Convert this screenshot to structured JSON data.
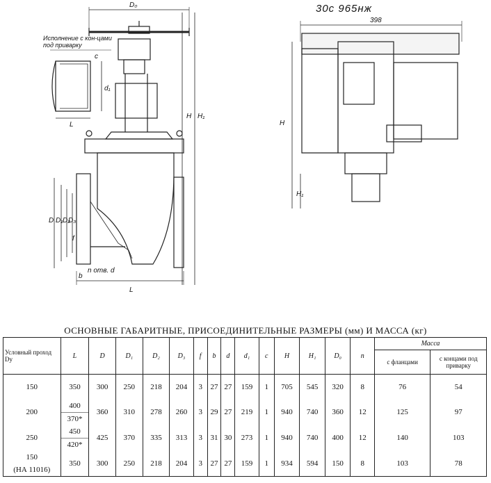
{
  "drawing": {
    "model_code": "30с 965нж",
    "dim_398": "398",
    "dim_D0": "D₀",
    "dim_H": "H",
    "dim_H1": "H₁",
    "weld_note": "Исполнение с кон-цами под приварку",
    "dim_L": "L",
    "dim_D": "D",
    "dim_D1": "D₁",
    "dim_D2": "D₂",
    "dim_D3": "D₃",
    "dim_d1": "d₁",
    "dim_b": "b",
    "dim_f": "f",
    "dim_n_otv_d": "n отв. d",
    "dim_c": "c"
  },
  "table": {
    "title": "ОСНОВНЫЕ ГАБАРИТНЫЕ, ПРИСОЕДИНИТЕЛЬНЫЕ РАЗМЕРЫ (мм) И МАССА (кг)",
    "headers": {
      "dy": "Условный проход Dу",
      "L": "L",
      "D": "D",
      "D1": "D₁",
      "D2": "D₂",
      "D3": "D₃",
      "f": "f",
      "b": "b",
      "d": "d",
      "d1": "d₁",
      "c": "c",
      "H": "H",
      "H1": "H₁",
      "D0": "D₀",
      "n": "n",
      "mass": "Масса",
      "mass_flange": "с фланцами",
      "mass_weld": "с концами под приварку"
    },
    "rows": [
      {
        "dy": "150",
        "L1": "350",
        "L2": "",
        "D": "300",
        "D1": "250",
        "D2": "218",
        "D3": "204",
        "f": "3",
        "b": "27",
        "d": "27",
        "d1": "159",
        "c": "1",
        "H": "705",
        "H1": "545",
        "D0": "320",
        "n": "8",
        "m1": "76",
        "m2": "54"
      },
      {
        "dy": "200",
        "L1": "400",
        "L2": "370*",
        "D": "360",
        "D1": "310",
        "D2": "278",
        "D3": "260",
        "f": "3",
        "b": "29",
        "d": "27",
        "d1": "219",
        "c": "1",
        "H": "940",
        "H1": "740",
        "D0": "360",
        "n": "12",
        "m1": "125",
        "m2": "97"
      },
      {
        "dy": "250",
        "L1": "450",
        "L2": "420*",
        "D": "425",
        "D1": "370",
        "D2": "335",
        "D3": "313",
        "f": "3",
        "b": "31",
        "d": "30",
        "d1": "273",
        "c": "1",
        "H": "940",
        "H1": "740",
        "D0": "400",
        "n": "12",
        "m1": "140",
        "m2": "103"
      },
      {
        "dy": "150",
        "dy2": "(НА 11016)",
        "L1": "350",
        "L2": "",
        "D": "300",
        "D1": "250",
        "D2": "218",
        "D3": "204",
        "f": "3",
        "b": "27",
        "d": "27",
        "d1": "159",
        "c": "1",
        "H": "934",
        "H1": "594",
        "D0": "150",
        "n": "8",
        "m1": "103",
        "m2": "78"
      }
    ]
  }
}
